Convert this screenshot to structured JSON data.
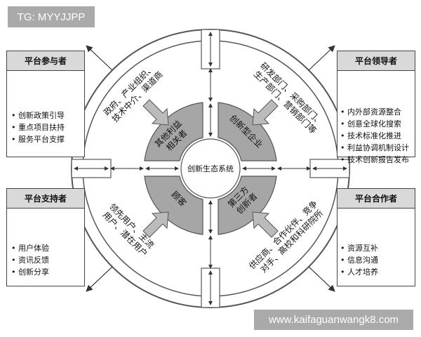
{
  "tag": "TG: MYYJJPP",
  "watermark": "www.kaifaguanwangk8.com",
  "center": "创新生态系统",
  "sectors": {
    "top_left": [
      "其他利益",
      "相关者"
    ],
    "top_right": "创新型企业",
    "bottom_left": "顾客",
    "bottom_right": [
      "第三方",
      "创新者"
    ]
  },
  "ring_labels": {
    "top_left": [
      "政府、产业组织、",
      "技术中介、渠道商"
    ],
    "top_right": [
      "研发部门、采购部门、",
      "生产部门、营销部门等"
    ],
    "bottom_left": [
      "领先用户、主流",
      "用户、潜在用户"
    ],
    "bottom_right": [
      "供应商、合作伙伴、竞争",
      "对手、高校和科研院所"
    ]
  },
  "panels": {
    "participants": {
      "title": "平台参与者",
      "items": [
        "创新政策引导",
        "重点项目扶持",
        "服务平台支撑"
      ]
    },
    "leaders": {
      "title": "平台领导者",
      "items": [
        "内外部资源整合",
        "创意全球化搜索",
        "技术标准化推进",
        "利益协调机制设计",
        "技术创新报告发布"
      ]
    },
    "supporters": {
      "title": "平台支持者",
      "items": [
        "用户体验",
        "资讯反馈",
        "创新分享"
      ]
    },
    "partners": {
      "title": "平台合作者",
      "items": [
        "资源互补",
        "信息沟通",
        "人才培养"
      ]
    }
  },
  "colors": {
    "sector_fill": "#a6a6a6",
    "ring_stroke": "#555555",
    "panel_header": "#d9d9d9",
    "badge_bg": "#aaaaaa"
  }
}
